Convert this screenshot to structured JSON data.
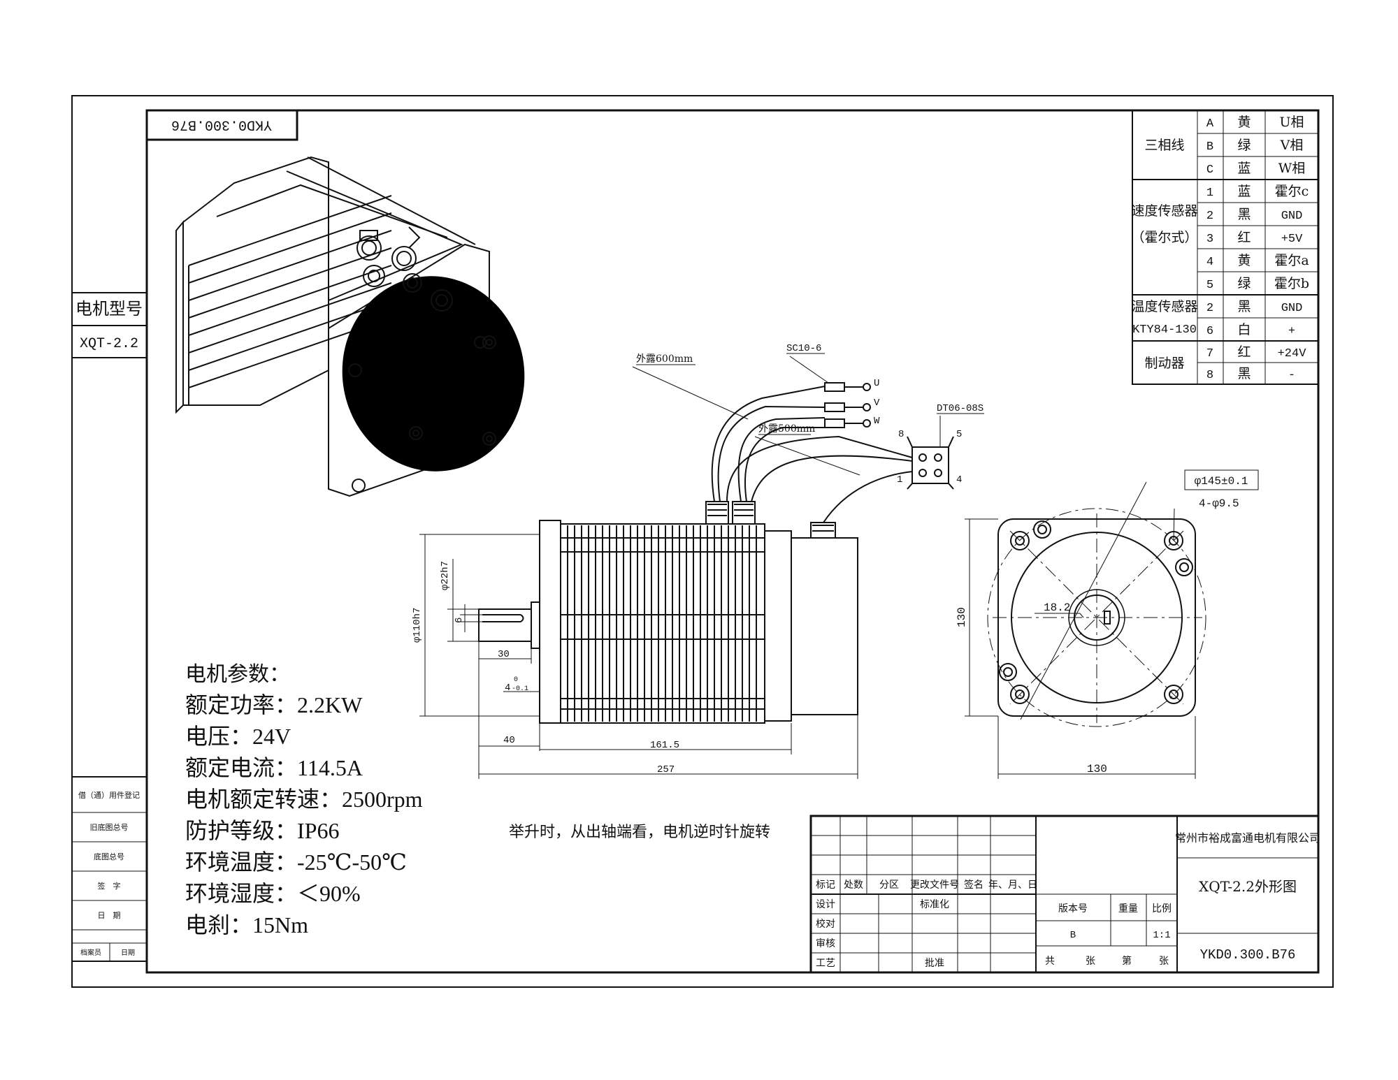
{
  "drawing_code_top": "YKD0.300.B76",
  "side_labels": {
    "motor_model_label": "电机型号",
    "motor_model_value": "XQT-2.2",
    "borrow_register": "借（通）用件登记",
    "old_drawing_no": "旧底图总号",
    "drawing_no": "底图总号",
    "signature": "签　字",
    "date": "日　期",
    "archivist": "档案员",
    "archivist_date": "日期"
  },
  "wiring_table": {
    "groups": [
      {
        "label": "三相线",
        "rows": [
          [
            "A",
            "黄",
            "U相"
          ],
          [
            "B",
            "绿",
            "V相"
          ],
          [
            "C",
            "蓝",
            "W相"
          ]
        ]
      },
      {
        "label": "速度传感器（霍尔式）",
        "rows": [
          [
            "1",
            "蓝",
            "霍尔c"
          ],
          [
            "2",
            "黑",
            "GND"
          ],
          [
            "3",
            "红",
            "+5V"
          ],
          [
            "4",
            "黄",
            "霍尔a"
          ],
          [
            "5",
            "绿",
            "霍尔b"
          ]
        ]
      },
      {
        "label": "温度传感器KTY84-130",
        "rows": [
          [
            "2",
            "黑",
            "GND"
          ],
          [
            "6",
            "白",
            "+"
          ]
        ]
      },
      {
        "label": "制动器",
        "rows": [
          [
            "7",
            "红",
            "+24V"
          ],
          [
            "8",
            "黑",
            "-"
          ]
        ]
      }
    ],
    "speed_label_1": "速度传感器",
    "speed_label_2": "（霍尔式）",
    "temp_label_1": "温度传感器",
    "temp_label_2": "KTY84-130"
  },
  "cable_labels": {
    "exposed_600": "外露600mm",
    "exposed_500": "外露500mm",
    "terminal": "SC10-6",
    "connector": "DT06-08S",
    "phase_u": "U",
    "phase_v": "V",
    "phase_w": "W",
    "pin_8": "8",
    "pin_5": "5",
    "pin_1": "1",
    "pin_4": "4"
  },
  "dimensions": {
    "shaft_dia": "φ22h7",
    "pilot_dia": "φ110h7",
    "key_width": "6",
    "shaft_len": "30",
    "pilot_depth": "4-0.1",
    "pilot_tol_top": "0",
    "pilot_tol_label": "4",
    "pilot_tol_bottom": "-0.1",
    "flange_to_shaft": "40",
    "body_len": "161.5",
    "total_len": "257",
    "pcd": "φ145±0.1",
    "holes": "4-φ9.5",
    "key_height": "18.2",
    "flange_h": "130",
    "flange_w": "130"
  },
  "parameters": {
    "heading": "电机参数：",
    "lines": [
      "额定功率：2.2KW",
      "电压：24V",
      "额定电流：114.5A",
      "电机额定转速：2500rpm",
      "防护等级：IP66",
      "环境温度：-25℃-50℃",
      "环境湿度：＜90%",
      "电刹：15Nm"
    ]
  },
  "rotation_note": "举升时，从出轴端看，电机逆时针旋转",
  "title_block": {
    "company": "常州市裕成富通电机有限公司",
    "drawing_title": "XQT-2.2外形图",
    "drawing_code": "YKD0.300.B76",
    "headers": [
      "标记",
      "处数",
      "分区",
      "更改文件号",
      "签名",
      "年、月、日"
    ],
    "design": "设计",
    "standardize": "标准化",
    "proofread": "校对",
    "review": "审核",
    "process": "工艺",
    "approve": "批准",
    "version_label": "版本号",
    "weight_label": "重量",
    "scale_label": "比例",
    "version": "B",
    "scale": "1:1",
    "total": "共",
    "sheets": "张",
    "sheet_no": "第",
    "sheet_unit": "张"
  }
}
